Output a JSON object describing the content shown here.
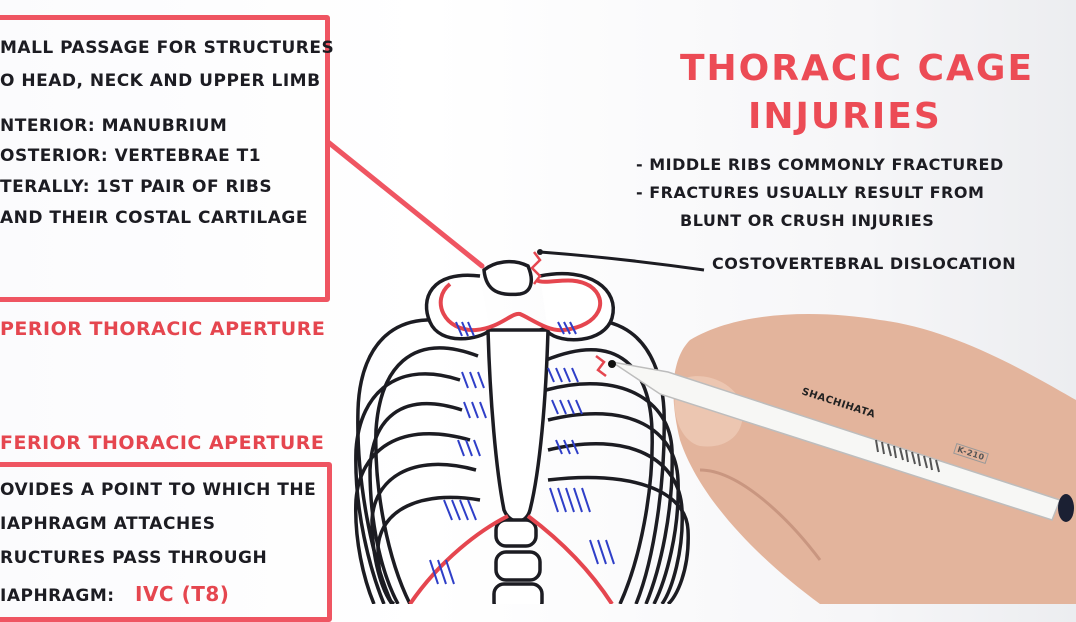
{
  "upper_box": {
    "lines": [
      "mall passage for structures",
      "o head, neck and upper limb",
      "nterior: manubrium",
      "osterior: vertebrae T1",
      "terally: 1st pair of ribs",
      "and their costal cartilage"
    ]
  },
  "labels": {
    "superior_aperture": "perior thoracic aperture",
    "inferior_aperture": "ferior thoracic aperture"
  },
  "lower_box": {
    "lines": [
      "ovides a point to which the",
      "iaphragm attaches",
      "ructures pass through",
      "iaphragm:"
    ],
    "highlight": "IVC (T8)"
  },
  "title": {
    "line1": "Thoracic cage",
    "line2": "injuries"
  },
  "notes": {
    "bullets": [
      "- Middle ribs commonly fractured",
      "- Fractures usually result from",
      "  blunt or crush injuries"
    ],
    "callout": "Costovertebral dislocation"
  },
  "pen": {
    "brand": "Shachihata",
    "model": "K-210"
  },
  "colors": {
    "red_ink": "#e5464f",
    "black_ink": "#1c1c22",
    "blue_ink": "#2f3fc8",
    "skin": "#e3b49c",
    "paper": "#ffffff"
  }
}
